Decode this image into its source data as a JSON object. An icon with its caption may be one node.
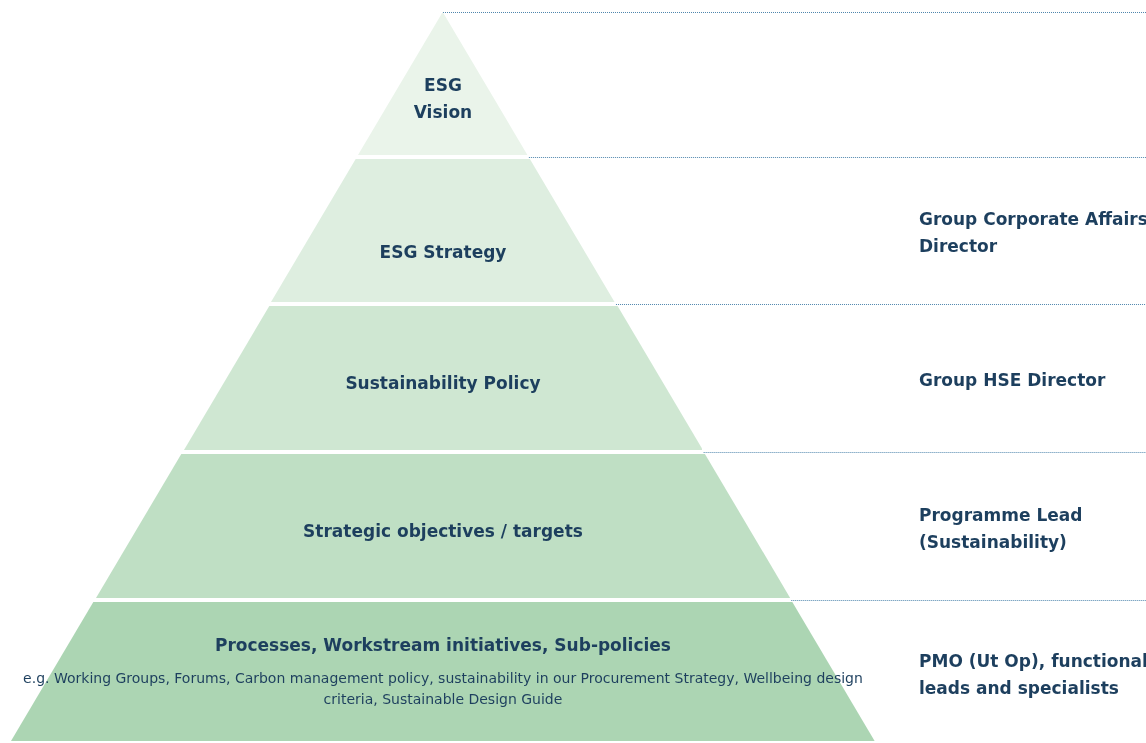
{
  "diagram": {
    "nodes": [
      {
        "text": [
          "ESG Vision"
        ]
      },
      {
        "text": [
          "ESG Strategy"
        ]
      },
      {
        "text": [
          "Sustainability Policy"
        ]
      },
      {
        "text": [
          "Strategic objectives / targets"
        ]
      },
      {
        "text": [
          "Processes, Workstream initiatives, Sub-policies",
          "e.g. Working Groups, Forums, Carbon management policy, sustainability in our Procurement Strategy, Wellbeing design criteria, Sustainable Design Guide"
        ]
      }
    ],
    "labels": [
      "Group Corporate Affairs Director",
      "Group HSE Director",
      "Programme Lead (Sustainability)",
      "PMO (Ut Op), functional leads and specialists"
    ]
  }
}
